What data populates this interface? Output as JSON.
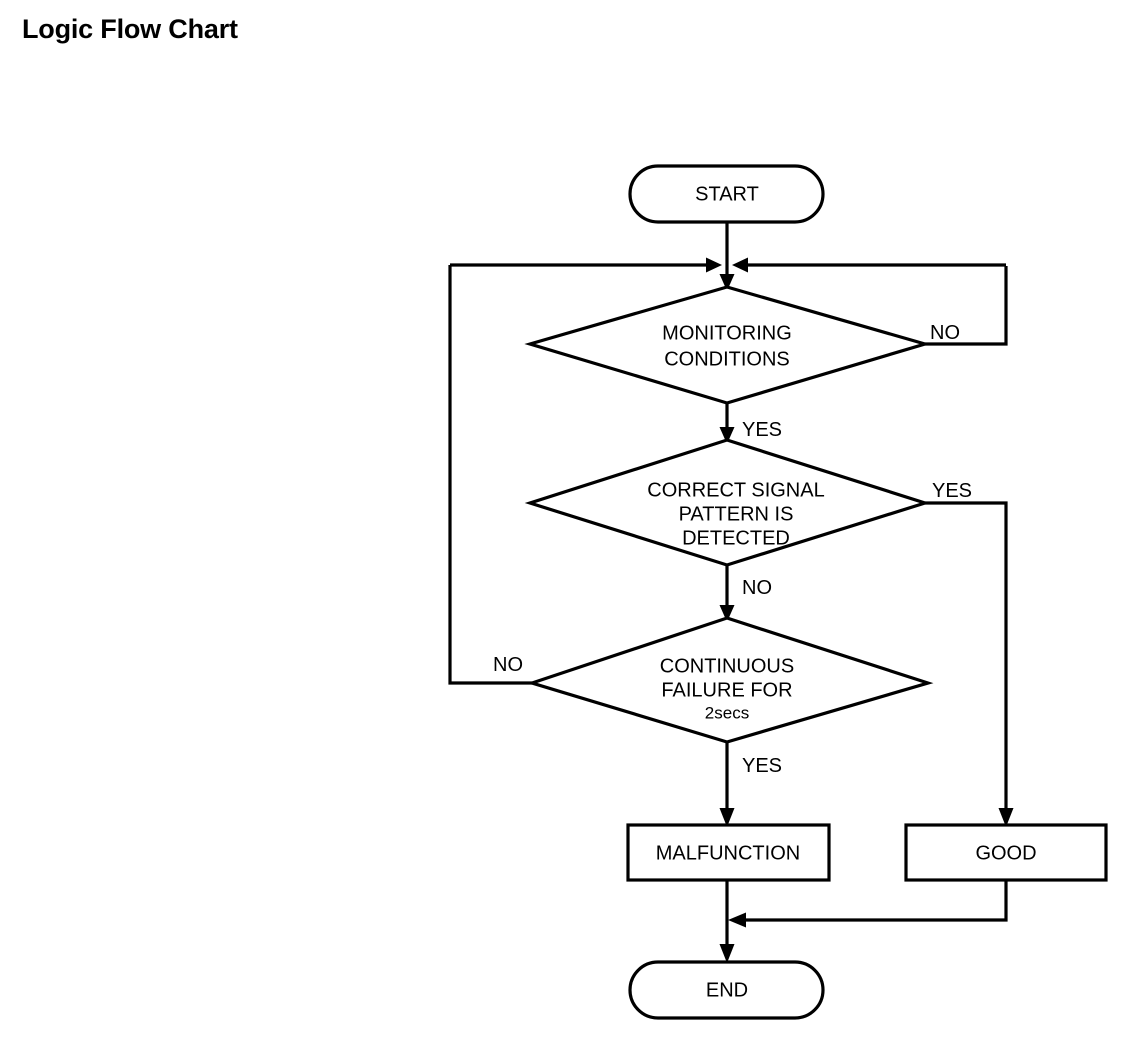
{
  "page": {
    "title": "Logic Flow Chart",
    "background_color": "#ffffff",
    "line_color": "#000000"
  },
  "chart_data": {
    "type": "diagram",
    "title": "Logic Flow Chart",
    "diagram_kind": "flowchart",
    "orientation": "top-to-bottom",
    "nodes": [
      {
        "id": "start",
        "shape": "stadium",
        "label": "START"
      },
      {
        "id": "monitoring",
        "shape": "diamond",
        "label": "MONITORING\nCONDITIONS",
        "line1": "MONITORING",
        "line2": "CONDITIONS"
      },
      {
        "id": "pattern",
        "shape": "diamond",
        "label": "CORRECT SIGNAL PATTERN IS DETECTED",
        "line1": "CORRECT SIGNAL",
        "line2": "PATTERN IS",
        "line3": "DETECTED"
      },
      {
        "id": "failure",
        "shape": "diamond",
        "label": "CONTINUOUS FAILURE FOR 2secs",
        "line1": "CONTINUOUS",
        "line2": "FAILURE FOR",
        "line3": "2secs"
      },
      {
        "id": "malfunction",
        "shape": "rectangle",
        "label": "MALFUNCTION"
      },
      {
        "id": "good",
        "shape": "rectangle",
        "label": "GOOD"
      },
      {
        "id": "end",
        "shape": "stadium",
        "label": "END"
      }
    ],
    "edges": [
      {
        "from": "start",
        "to": "monitoring",
        "label": ""
      },
      {
        "from": "monitoring",
        "to": "pattern",
        "label": "YES"
      },
      {
        "from": "monitoring",
        "to": "monitoring",
        "label": "NO",
        "route": "right-loop-to-top-junction"
      },
      {
        "from": "pattern",
        "to": "failure",
        "label": "NO"
      },
      {
        "from": "pattern",
        "to": "good",
        "label": "YES",
        "route": "right-then-down"
      },
      {
        "from": "failure",
        "to": "monitoring",
        "label": "NO",
        "route": "left-loop-to-top-junction"
      },
      {
        "from": "failure",
        "to": "malfunction",
        "label": "YES"
      },
      {
        "from": "malfunction",
        "to": "end",
        "label": ""
      },
      {
        "from": "good",
        "to": "end",
        "label": "",
        "route": "down-then-left-merge"
      }
    ],
    "edge_labels": {
      "monitoring_yes": "YES",
      "monitoring_no": "NO",
      "pattern_yes": "YES",
      "pattern_no": "NO",
      "failure_yes": "YES",
      "failure_no": "NO"
    }
  }
}
